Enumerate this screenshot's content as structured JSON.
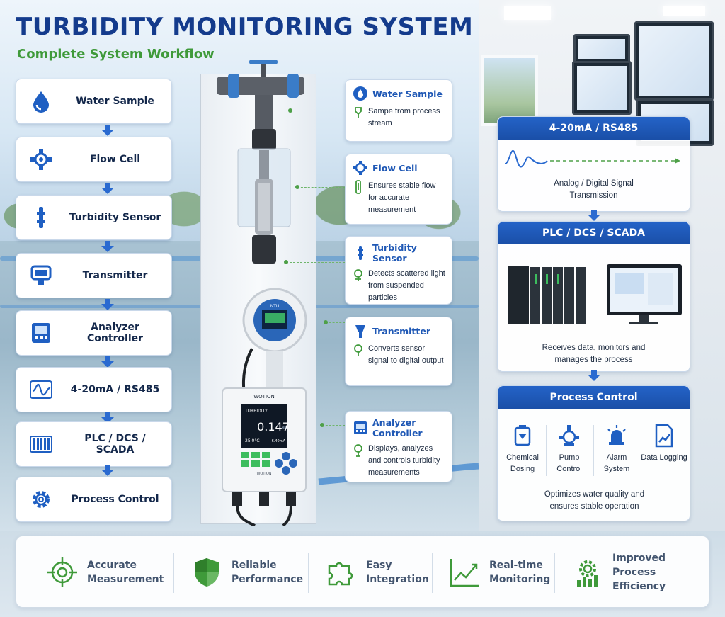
{
  "header": {
    "title": "TURBIDITY MONITORING SYSTEM",
    "subtitle": "Complete System Workflow"
  },
  "workflow": {
    "steps": [
      {
        "label": "Water Sample",
        "icon": "water-drop-icon"
      },
      {
        "label": "Flow Cell",
        "icon": "flow-cell-icon"
      },
      {
        "label": "Turbidity Sensor",
        "icon": "sensor-icon"
      },
      {
        "label": "Transmitter",
        "icon": "transmitter-icon"
      },
      {
        "label": "Analyzer Controller",
        "icon": "analyzer-icon"
      },
      {
        "label": "4-20mA / RS485",
        "icon": "signal-wave-icon"
      },
      {
        "label": "PLC / DCS / SCADA",
        "icon": "plc-rack-icon"
      },
      {
        "label": "Process Control",
        "icon": "gear-icon"
      }
    ]
  },
  "device": {
    "transmitter_display": "NTU",
    "controller_brand": "WOTION",
    "controller_title": "TURBIDITY",
    "reading": "0.147",
    "reading_unit": "NTU",
    "temperature": "25.0°C",
    "secondary": "6.40mA",
    "footer_brand": "WOTION"
  },
  "callouts": [
    {
      "title": "Water Sample",
      "desc": "Sampe from process stream",
      "icon": "water-drop-icon"
    },
    {
      "title": "Flow Cell",
      "desc": "Ensures stable flow for accurate measurement",
      "icon": "flow-cell-icon"
    },
    {
      "title": "Turbidity Sensor",
      "desc": "Detects scattered light from suspended particles",
      "icon": "sensor-icon"
    },
    {
      "title": "Transmitter",
      "desc": "Converts sensor signal to digital output",
      "icon": "transmitter-icon"
    },
    {
      "title": "Analyzer Controller",
      "desc": "Displays, analyzes and controls turbidity measurements",
      "icon": "analyzer-icon"
    }
  ],
  "right": {
    "signal": {
      "title": "4-20mA / RS485",
      "text": "Analog / Digital Signal Transmission"
    },
    "plc": {
      "title": "PLC / DCS / SCADA",
      "text": "Receives data, monitors and manages the process"
    },
    "process": {
      "title": "Process Control",
      "items": [
        {
          "label": "Chemical Dosing",
          "icon": "chemical-tank-icon"
        },
        {
          "label": "Pump Control",
          "icon": "pump-icon"
        },
        {
          "label": "Alarm System",
          "icon": "alarm-light-icon"
        },
        {
          "label": "Data Logging",
          "icon": "data-chart-icon"
        }
      ],
      "text": "Optimizes water quality and ensures stable operation"
    }
  },
  "benefits": [
    {
      "label": "Accurate Measurement",
      "icon": "crosshair-icon"
    },
    {
      "label": "Reliable Performance",
      "icon": "shield-icon"
    },
    {
      "label": "Easy Integration",
      "icon": "puzzle-icon"
    },
    {
      "label": "Real-time Monitoring",
      "icon": "line-chart-icon"
    },
    {
      "label": "Improved Process Efficiency",
      "icon": "gear-chart-icon"
    }
  ],
  "colors": {
    "title_blue": "#143b8c",
    "subtitle_green": "#3f9a3a",
    "header_blue": "#1f58b5",
    "accent_green": "#4ea048"
  }
}
